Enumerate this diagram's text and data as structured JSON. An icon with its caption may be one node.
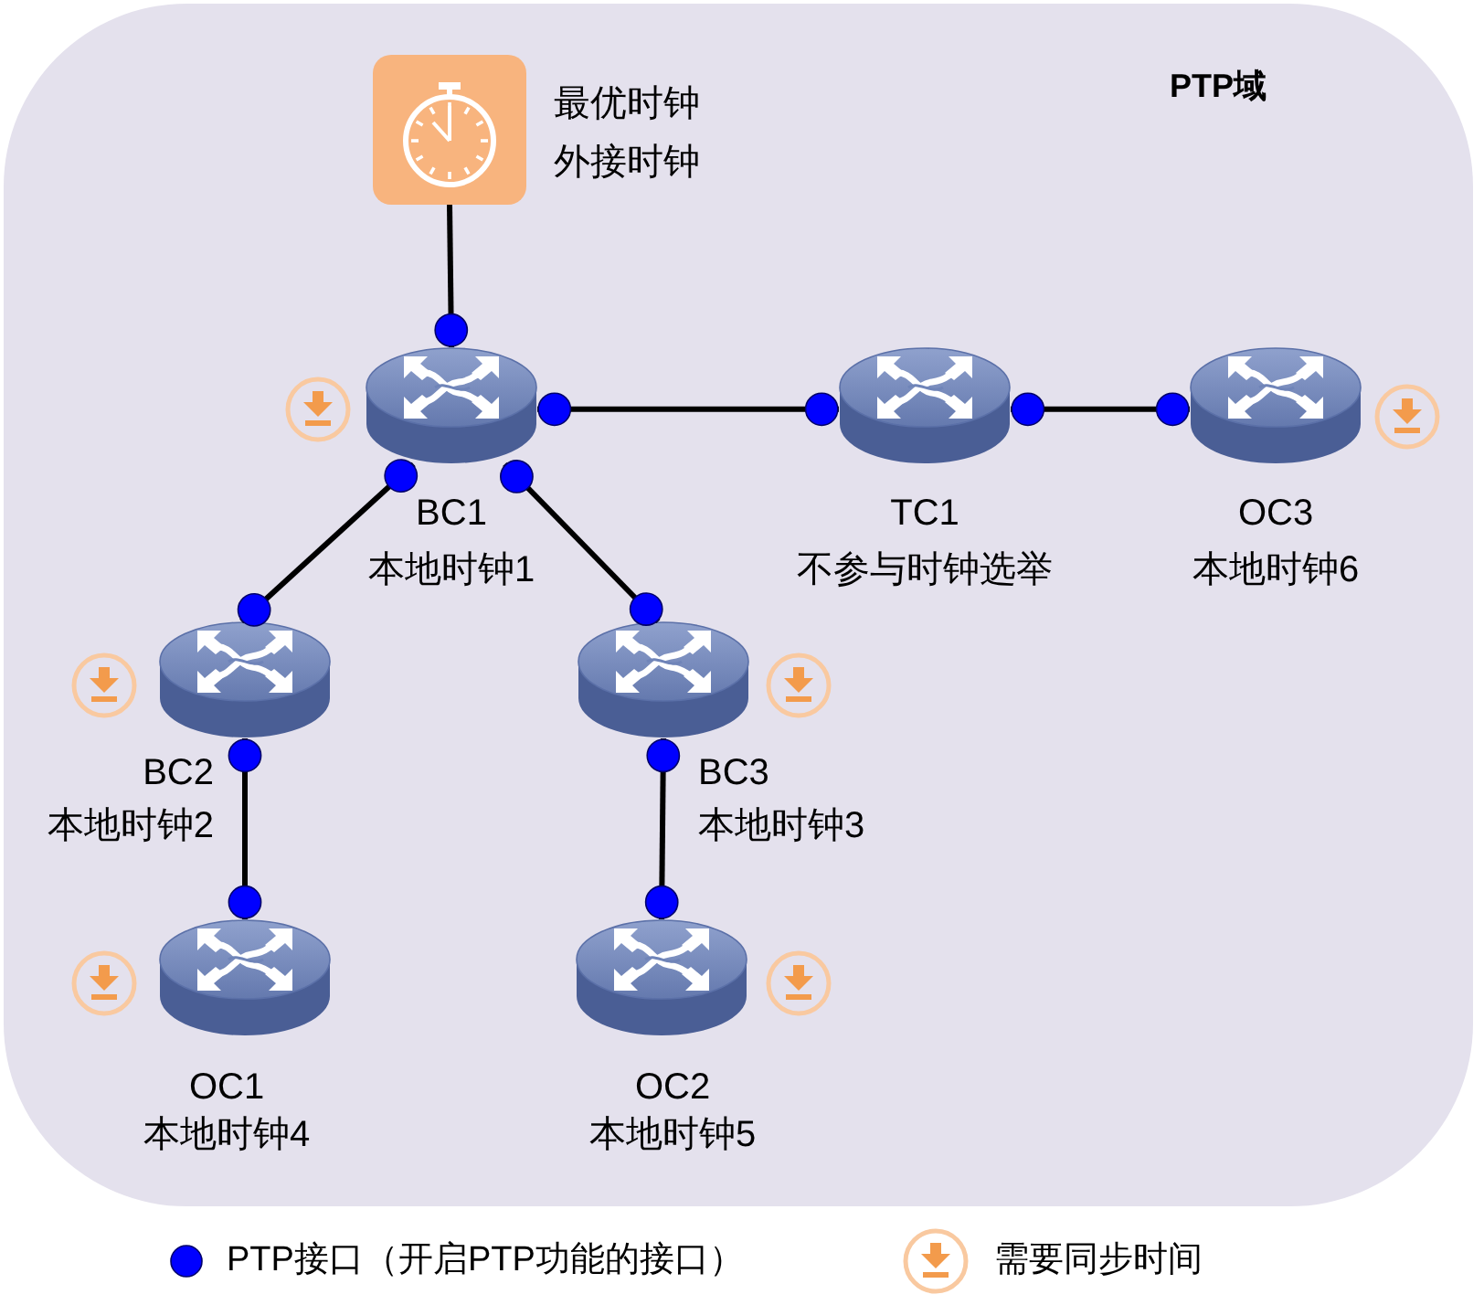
{
  "diagram": {
    "nodes": [
      {
        "text": [
          "PTP域"
        ]
      },
      {
        "text": [],
        "shape": "picture",
        "beside": [
          "最优时钟",
          "外接时钟"
        ],
        "in": 0
      },
      {
        "text": [],
        "shape": "router",
        "beside": [
          "BC1",
          "本地时钟1"
        ],
        "in": 0
      },
      {
        "text": [],
        "shape": "router",
        "beside": [
          "TC1",
          "不参与时钟选举"
        ],
        "in": 0
      },
      {
        "text": [],
        "shape": "router",
        "beside": [
          "OC3",
          "本地时钟6"
        ],
        "in": 0
      },
      {
        "text": [],
        "shape": "router",
        "beside": [
          "BC2",
          "本地时钟2"
        ],
        "in": 0
      },
      {
        "text": [],
        "shape": "router",
        "beside": [
          "BC3",
          "本地时钟3"
        ],
        "in": 0
      },
      {
        "text": [],
        "shape": "router",
        "beside": [
          "OC1",
          "本地时钟4"
        ],
        "in": 0
      },
      {
        "text": [],
        "shape": "router",
        "beside": [
          "OC2",
          "本地时钟5"
        ],
        "in": 0
      }
    ],
    "edges": [
      {
        "from": 1,
        "to": 2,
        "arrow": "other"
      },
      {
        "from": 2,
        "to": 3,
        "arrow": "other"
      },
      {
        "from": 3,
        "to": 4,
        "arrow": "other"
      },
      {
        "from": 2,
        "to": 5,
        "arrow": "other"
      },
      {
        "from": 2,
        "to": 6,
        "arrow": "other"
      },
      {
        "from": 5,
        "to": 7,
        "arrow": "other"
      },
      {
        "from": 6,
        "to": 8,
        "arrow": "other"
      }
    ],
    "legend": [
      {
        "text": "PTP接口（开启PTP功能的接口）",
        "color": "#0000ff"
      },
      {
        "text": "需要同步时间"
      }
    ]
  }
}
